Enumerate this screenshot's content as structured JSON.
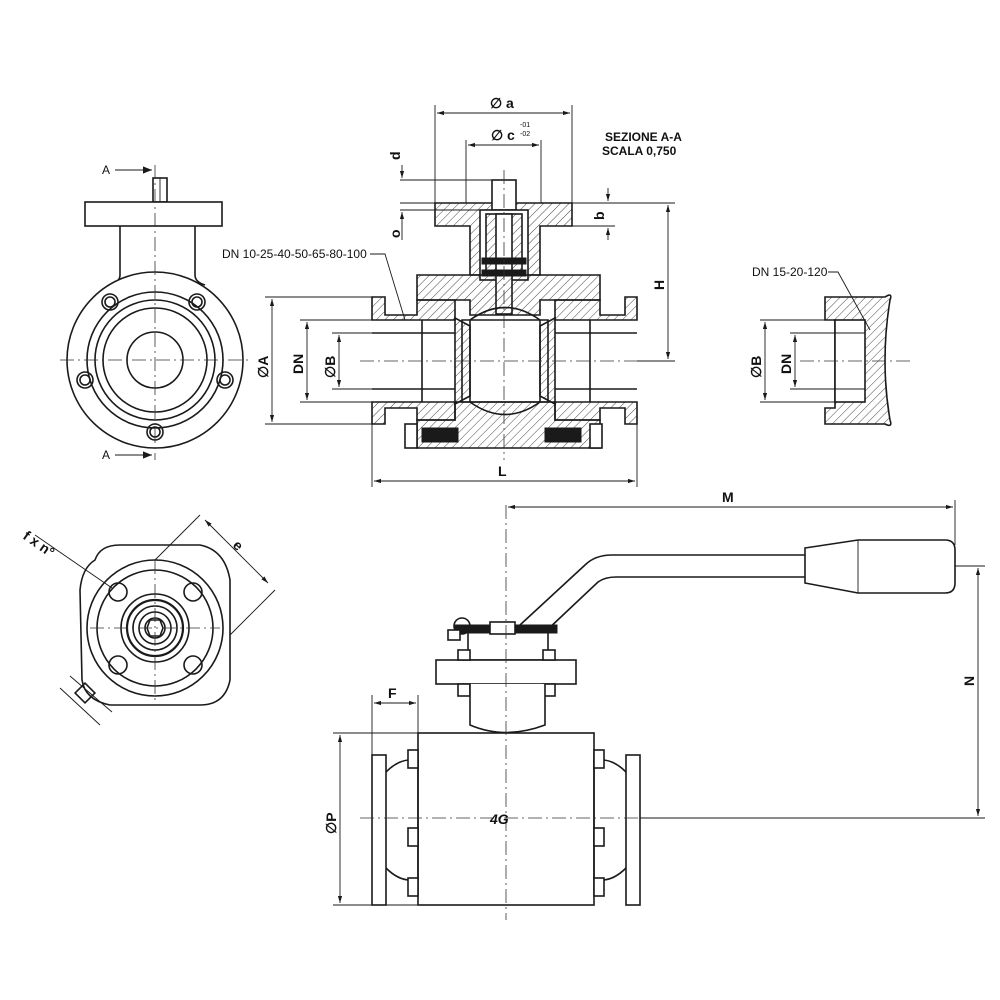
{
  "section": {
    "title": "SEZIONE   A-A",
    "scale": "SCALA    0,750"
  },
  "labels": {
    "phi_a": "a",
    "phi_c": "c",
    "tol_top": "-01",
    "tol_bottom": "-02",
    "d": "d",
    "o": "o",
    "b": "b",
    "H": "H",
    "A": "A",
    "DN": "DN",
    "B": "B",
    "L": "L",
    "M": "M",
    "N": "N",
    "F": "F",
    "P": "P",
    "e": "e",
    "fxn": "f x n°",
    "section_mark": "A",
    "dn_left": "DN  10-25-40-50-65-80-100",
    "dn_right": "DN  15-20-120",
    "logo": "4G"
  },
  "symbols": {
    "diameter": "∅"
  }
}
